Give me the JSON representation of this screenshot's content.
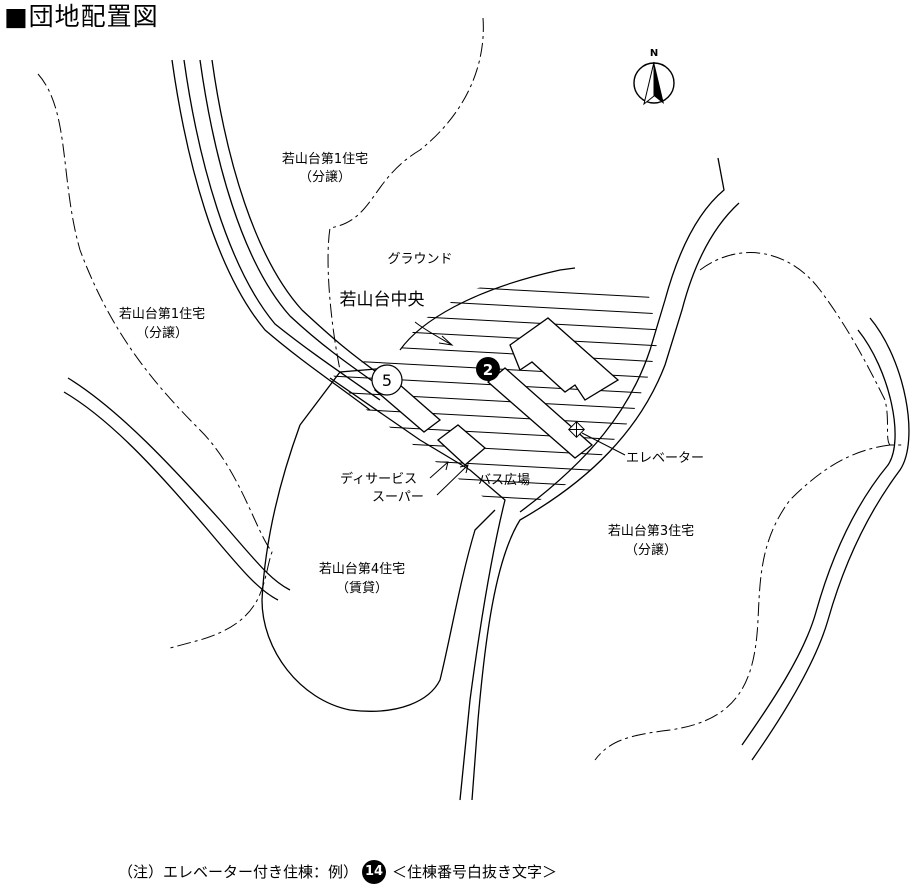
{
  "title": "■団地配置図",
  "compass": {
    "label": "N",
    "icon": "north-arrow-icon"
  },
  "areas": {
    "area_1_north": {
      "name": "若山台第1住宅",
      "sub": "（分譲）"
    },
    "area_1_west": {
      "name": "若山台第1住宅",
      "sub": "（分譲）"
    },
    "ground": {
      "name": "グラウンド"
    },
    "center": {
      "name": "若山台中央"
    },
    "area_3": {
      "name": "若山台第3住宅",
      "sub": "（分譲）"
    },
    "area_4": {
      "name": "若山台第4住宅",
      "sub": "（賃貸）"
    }
  },
  "buildings": [
    {
      "number": "5",
      "style": "outline"
    },
    {
      "number": "2",
      "style": "filled"
    }
  ],
  "facilities": {
    "elevator": "エレベーター",
    "day_service": "ディサービス",
    "supermarket": "スーパー",
    "bus_plaza": "バス広場"
  },
  "note": {
    "prefix": "（注）エレベーター付き住棟：例）",
    "example_number": "14",
    "suffix": "＜住棟番号白抜き文字＞"
  }
}
